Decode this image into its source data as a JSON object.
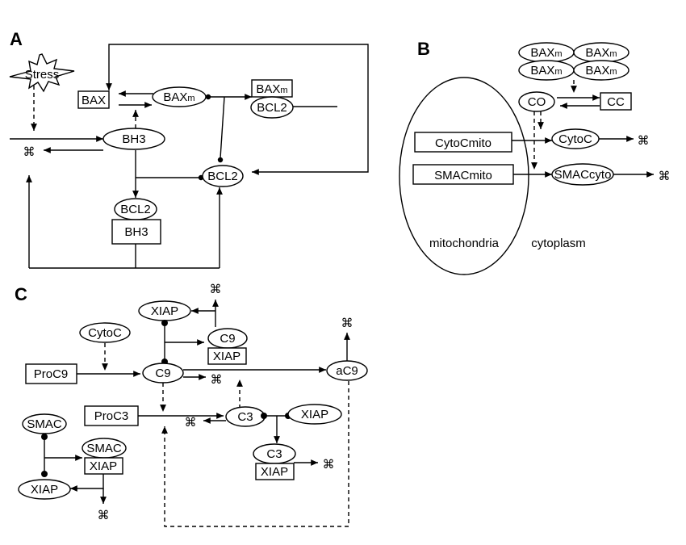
{
  "panels": {
    "a": "A",
    "b": "B",
    "c": "C"
  },
  "symbol": "⌘",
  "a": {
    "stress": "Stress",
    "bax": "BAX",
    "baxm_main": "BAX",
    "baxm_sub": "m",
    "complex_top_main": "BAX",
    "complex_top_sub": "m",
    "complex_bottom": "BCL2",
    "bh3": "BH3",
    "bcl2_right": "BCL2",
    "bcl2_lower": "BCL2",
    "bh3_box": "BH3"
  },
  "b": {
    "baxm_main": "BAX",
    "baxm_sub": "m",
    "co": "CO",
    "cc": "CC",
    "cytoc_mito": "CytoCmito",
    "smac_mito": "SMACmito",
    "cytoc": "CytoC",
    "smac_cyto": "SMACcyto",
    "mitochondria": "mitochondria",
    "cytoplasm": "cytoplasm"
  },
  "c": {
    "xiap_top": "XIAP",
    "c9_top": "C9",
    "xiap_under_c9": "XIAP",
    "cytoc": "CytoC",
    "proc9": "ProC9",
    "c9": "C9",
    "ac9": "aC9",
    "proc3": "ProC3",
    "c3": "C3",
    "xiap_right": "XIAP",
    "c3_lower": "C3",
    "xiap_under_c3": "XIAP",
    "smac": "SMAC",
    "smac_complex": "SMAC",
    "xiap_under_smac": "XIAP",
    "xiap_left": "XIAP"
  }
}
